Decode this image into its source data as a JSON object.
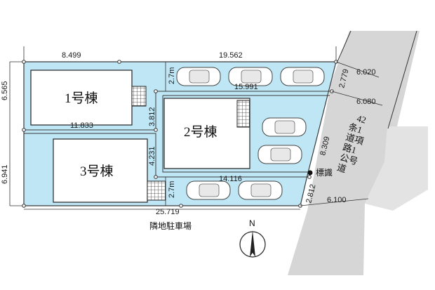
{
  "plan": {
    "buildings": [
      {
        "label": "1号棟"
      },
      {
        "label": "2号棟"
      },
      {
        "label": "3号棟"
      }
    ],
    "dimensions": {
      "top_left": "8.499",
      "top_right": "19.562",
      "left_upper": "6.565",
      "left_lower": "6.941",
      "divider_lot1": "11.833",
      "lot2_top": "15.991",
      "lot2_bottom": "14.116",
      "bottom": "25.719",
      "parking_upper": "2.7m",
      "parking_lower": "2.7m",
      "gap_upper": "3.812",
      "gap_lower": "4.231",
      "diagonal": "8.309",
      "road_upper_setback": "2.779",
      "road_lower_setback": "2.812",
      "road_width_top": "6.020",
      "road_width_mid": "6.080",
      "road_width_bottom": "6.100"
    },
    "road_label": [
      "42",
      "条1",
      "道項",
      "路1",
      "公号",
      "道"
    ],
    "marker_label": "標識",
    "neighbor_label": "隣地駐車場",
    "north_label": "N",
    "colors": {
      "lot_fill": "#bfe6f5",
      "lot_stroke": "#3a3a3a",
      "road_fill": "#d9d9d9",
      "building_fill": "#ffffff",
      "grid_fill": "#ffffff"
    }
  }
}
